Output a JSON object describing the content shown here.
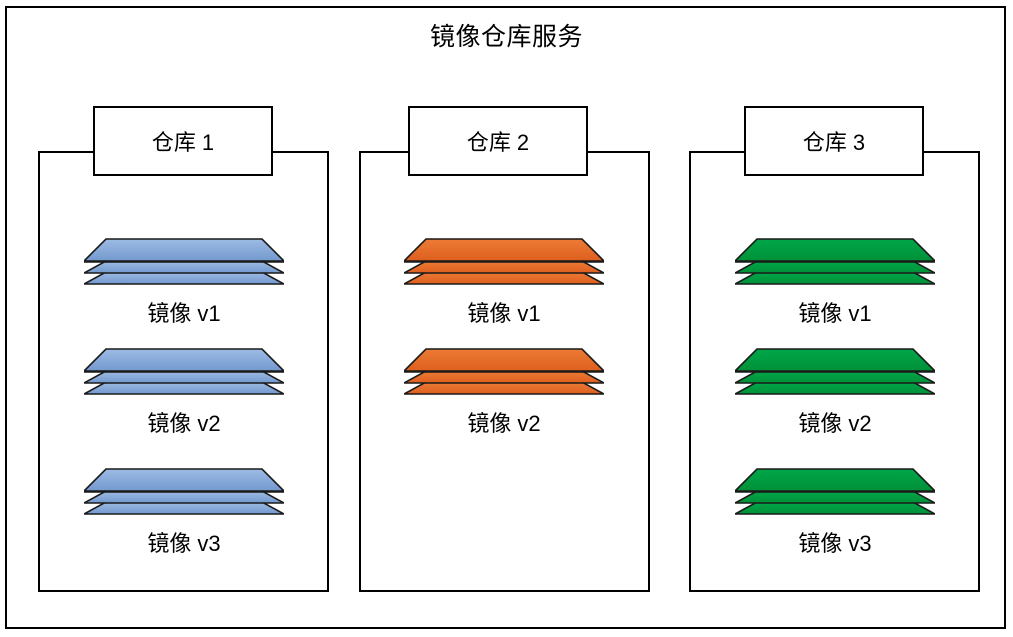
{
  "diagram": {
    "title": "镜像仓库服务",
    "type": "container-hierarchy",
    "frame_border_color": "#000000",
    "background": "#ffffff"
  },
  "palette": {
    "blue_top": "#9EBCE4",
    "blue_bottom": "#7399CF",
    "orange_top": "#EC7B36",
    "orange_bottom": "#DE5F1E",
    "green_top": "#00A64A",
    "green_bottom": "#009138",
    "stroke": "#1A1A1A",
    "frame": "#000000"
  },
  "repositories": [
    {
      "id": "repo-1",
      "label": "仓库 1",
      "color_name": "blue",
      "fill_top": "#9EBCE4",
      "fill_bottom": "#7399CF",
      "images": [
        {
          "caption": "镜像 v1",
          "layers": 4
        },
        {
          "caption": "镜像 v2",
          "layers": 4
        },
        {
          "caption": "镜像 v3",
          "layers": 4
        }
      ]
    },
    {
      "id": "repo-2",
      "label": "仓库 2",
      "color_name": "orange",
      "fill_top": "#EC7B36",
      "fill_bottom": "#DE5F1E",
      "images": [
        {
          "caption": "镜像 v1",
          "layers": 4
        },
        {
          "caption": "镜像 v2",
          "layers": 4
        }
      ]
    },
    {
      "id": "repo-3",
      "label": "仓库 3",
      "color_name": "green",
      "fill_top": "#00A64A",
      "fill_bottom": "#009138",
      "images": [
        {
          "caption": "镜像 v1",
          "layers": 4
        },
        {
          "caption": "镜像 v2",
          "layers": 4
        },
        {
          "caption": "镜像 v3",
          "layers": 4
        }
      ]
    }
  ]
}
